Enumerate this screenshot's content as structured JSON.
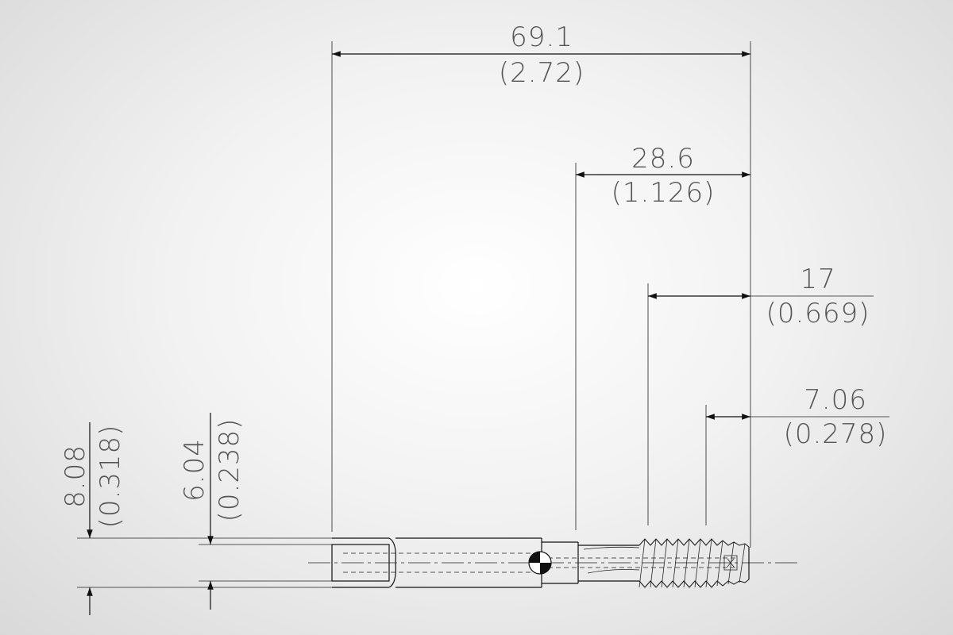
{
  "dimensions": {
    "overall_length": {
      "metric": "69.1",
      "imperial": "(2.72)"
    },
    "thread_length": {
      "metric": "28.6",
      "imperial": "(1.126)"
    },
    "flute_length": {
      "metric": "17",
      "imperial": "(0.669)"
    },
    "chamfer_length": {
      "metric": "7.06",
      "imperial": "(0.278)"
    },
    "shank_diameter": {
      "metric": "8.08",
      "imperial": "(0.318)"
    },
    "square_size": {
      "metric": "6.04",
      "imperial": "(0.238)"
    }
  },
  "icons": {
    "center_mark": "center-mark-icon"
  }
}
